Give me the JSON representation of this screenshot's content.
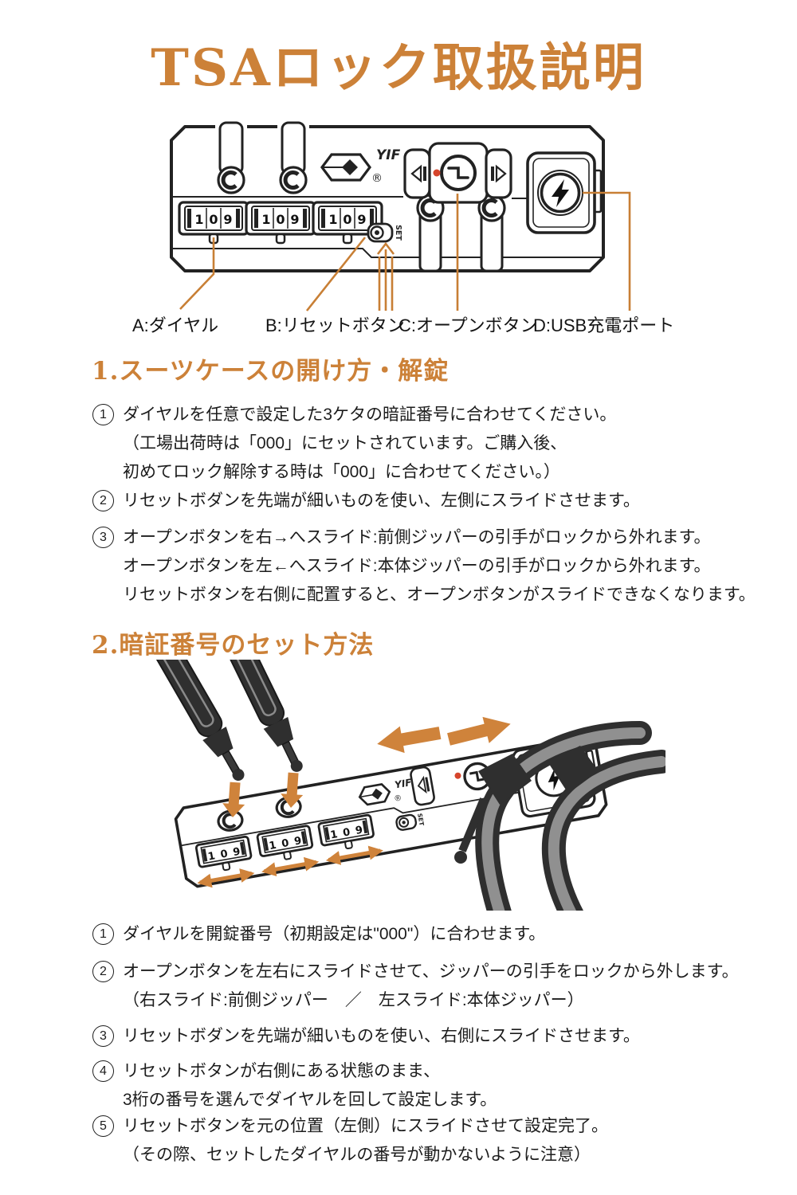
{
  "colors": {
    "accent": "#cc8138",
    "callout_line": "#c87f35",
    "arrow_orange": "#cf833b",
    "red_dot": "#d6452c",
    "body_text": "#1c1c1c"
  },
  "title": "TSAロック取扱説明",
  "lock_panel": {
    "brand": "YIF",
    "registered": "®",
    "set_label": "SET",
    "dial_digits": [
      "1",
      "0",
      "9"
    ],
    "labels": {
      "a": "A:ダイヤル",
      "b": "B:リセットボタン",
      "c": "C:オープンボタン",
      "d": "D:USB充電ポート"
    }
  },
  "set_panel": {
    "brand": "YIF",
    "registered": "®",
    "set_label": "SET",
    "dial_digits": [
      "1",
      "0",
      "9"
    ]
  },
  "section1": {
    "heading": "1.スーツケースの開け方・解錠",
    "steps": [
      {
        "num": "1",
        "lines": [
          "ダイヤルを任意で設定した3ケタの暗証番号に合わせてください。",
          "（工場出荷時は「000」にセットされています。ご購入後、",
          "初めてロック解除する時は「000」に合わせてください。）"
        ]
      },
      {
        "num": "2",
        "lines": [
          "リセットボダンを先端が細いものを使い、左側にスライドさせます。"
        ]
      },
      {
        "num": "3",
        "lines": [
          "オープンボタンを右→へスライド:前側ジッパーの引手がロックから外れます。",
          "オープンボタンを左←へスライド:本体ジッパーの引手がロックから外れます。",
          "リセットボタンを右側に配置すると、オープンボタンがスライドできなくなります。"
        ]
      }
    ]
  },
  "section2": {
    "heading": "2.暗証番号のセット方法",
    "steps": [
      {
        "num": "1",
        "lines": [
          "ダイヤルを開錠番号（初期設定は\"000\"）に合わせます。"
        ]
      },
      {
        "num": "2",
        "lines": [
          "オープンボタンを左右にスライドさせて、ジッパーの引手をロックから外します。",
          "（右スライド:前側ジッパー　／　左スライド:本体ジッパー）"
        ]
      },
      {
        "num": "3",
        "lines": [
          "リセットボダンを先端が細いものを使い、右側にスライドさせます。"
        ]
      },
      {
        "num": "4",
        "lines": [
          "リセットボタンが右側にある状態のまま、",
          "3桁の番号を選んでダイヤルを回して設定します。"
        ]
      },
      {
        "num": "5",
        "lines": [
          "リセットボタンを元の位置（左側）にスライドさせて設定完了。",
          "（その際、セットしたダイヤルの番号が動かないように注意）"
        ]
      }
    ]
  }
}
